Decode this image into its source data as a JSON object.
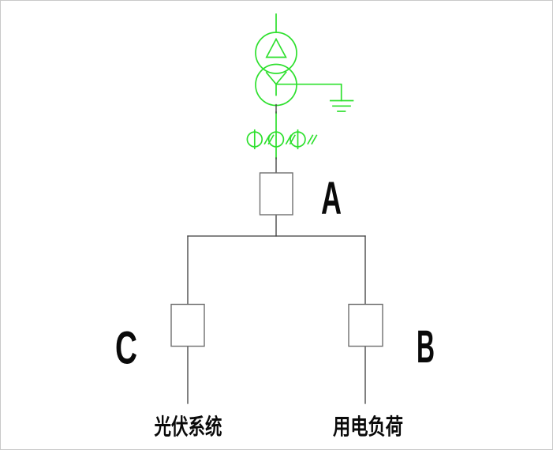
{
  "colors": {
    "green": "#2ee02e",
    "wire": "#3c3c3c",
    "box": "#6f6f6f",
    "text": "#0a0a0a"
  },
  "labels": {
    "node_a": "A",
    "node_b": "B",
    "node_c": "C",
    "pv_system": "光伏系统",
    "load": "用电负荷"
  },
  "icons": {
    "transformer": "delta-wye-transformer-symbol",
    "ground": "earth-ground-symbol",
    "metering": "current-transformer-circles-with-tap-marks",
    "breaker": "rectangle-breaker-box"
  }
}
